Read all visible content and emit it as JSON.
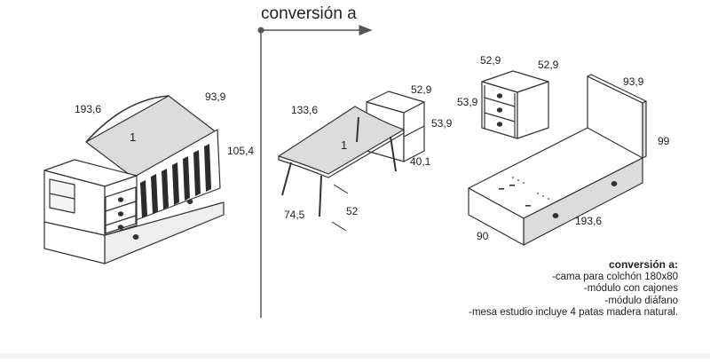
{
  "header": {
    "title": "conversión a"
  },
  "crib": {
    "dim_length": "193,6",
    "dim_depth": "93,9",
    "dim_height": "105,4",
    "panel_number": "1"
  },
  "desk": {
    "dim_top_width": "133,6",
    "dim_leg_height": "74,5",
    "dim_top_depth": "52",
    "shelf_width": "52,9",
    "shelf_height": "53,9",
    "shelf_depth": "40,1",
    "top_number": "1"
  },
  "drawer_unit": {
    "dim_width": "52,9",
    "dim_depth": "52,9",
    "dim_height": "53,9"
  },
  "bed": {
    "dim_headboard_depth": "93,9",
    "dim_headboard_height": "99",
    "dim_length": "193,6",
    "dim_width": "90"
  },
  "notes": {
    "title": "conversión a:",
    "lines": [
      "-cama para colchón 180x80",
      "-módulo con cajones",
      "-módulo diáfano",
      "-mesa estudio incluye 4 patas madera natural."
    ]
  },
  "colors": {
    "line": "#333333",
    "panel_gray": "#dcdcdc",
    "wood": "#ffffff",
    "slat": "#2b2b2b"
  }
}
